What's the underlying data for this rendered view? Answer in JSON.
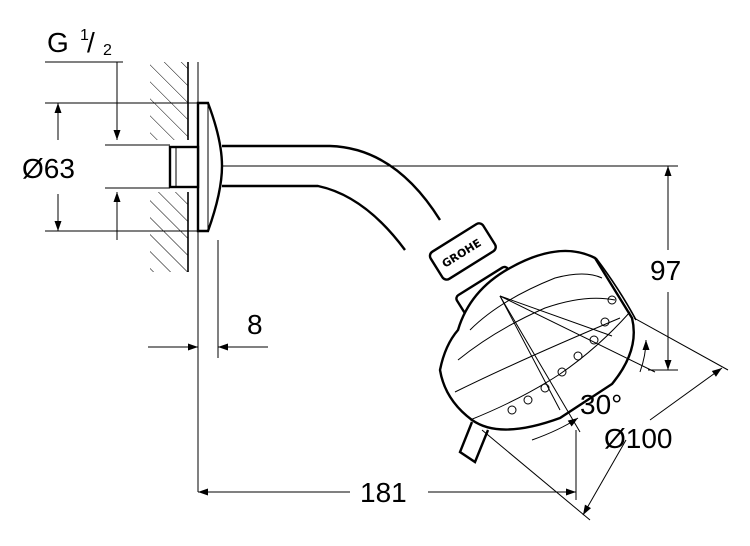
{
  "drawing": {
    "thread_label_main": "G",
    "thread_label_frac_num": "1",
    "thread_label_frac_sep": "/",
    "thread_label_frac_den": "2",
    "flange_diameter": "Ø63",
    "wall_offset": "8",
    "drop_height": "97",
    "projection": "181",
    "spray_angle": "30°",
    "head_diameter": "Ø100",
    "brand_logo": "GROHE"
  },
  "colors": {
    "line": "#000000",
    "background": "#ffffff"
  }
}
